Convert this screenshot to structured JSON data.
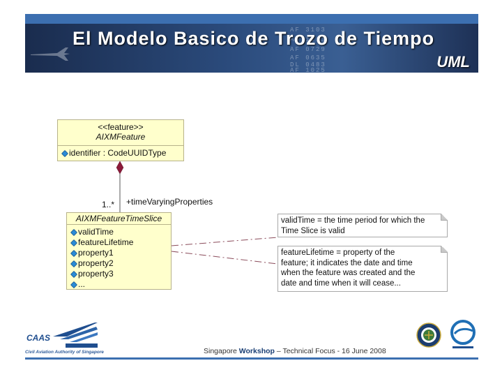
{
  "header": {
    "title": "El Modelo Basico de Trozo de Tiempo",
    "subtitle": "UML",
    "deco_codes": [
      "AF 3103",
      "AF 1213",
      "AF 0729",
      "AF 0635",
      "DL 0483",
      "AF 1025"
    ]
  },
  "diagram": {
    "feature_class": {
      "stereotype": "<<feature>>",
      "name": "AIXMFeature",
      "attributes": [
        "identifier : CodeUUIDType"
      ]
    },
    "timeslice_class": {
      "name": "AIXMFeatureTimeSlice",
      "attributes": [
        "validTime",
        "featureLifetime",
        "property1",
        "property2",
        "property3",
        "..."
      ]
    },
    "association": {
      "multiplicity": "1..*",
      "role": "+timeVaryingProperties"
    },
    "notes": [
      {
        "lines": [
          "validTime = the time period for which the",
          "Time Slice is valid"
        ]
      },
      {
        "lines": [
          "featureLifetime = property of the",
          "feature; it indicates the date and time",
          "when the feature was created and the",
          "date and time when it will cease..."
        ]
      }
    ]
  },
  "footer": {
    "org_short": "CAAS",
    "org_full": "Civil Aviation Authority of Singapore",
    "event_prefix": "Singapore ",
    "event_bold": "Workshop",
    "event_suffix": " – Technical Focus - 16 June 2008"
  },
  "colors": {
    "accent": "#3c6fb0",
    "uml_fill": "#ffffcc",
    "composition": "#8b1a3a"
  }
}
